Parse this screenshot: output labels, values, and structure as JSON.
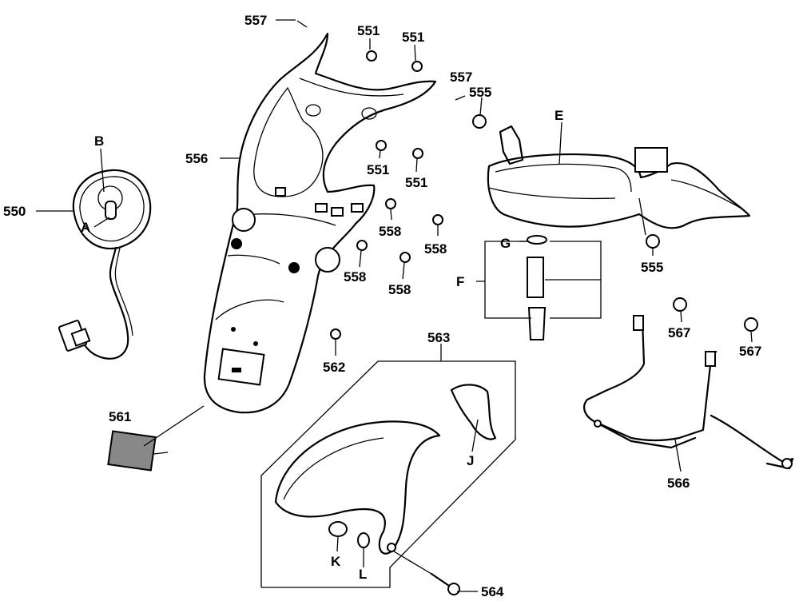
{
  "labels": {
    "l550": "550",
    "lB": "B",
    "lA": "A",
    "l556": "556",
    "l557a": "557",
    "l551a": "551",
    "l551b": "551",
    "l551c": "551",
    "l551d": "551",
    "l557b": "557",
    "l555a": "555",
    "lE": "E",
    "l558a": "558",
    "l558b": "558",
    "l558c": "558",
    "l558d": "558",
    "lG": "G",
    "lF": "F",
    "l555b": "555",
    "l562": "562",
    "l563": "563",
    "l567a": "567",
    "l567b": "567",
    "l561": "561",
    "lJ": "J",
    "l566": "566",
    "lK": "K",
    "lL": "L",
    "l564": "564"
  }
}
